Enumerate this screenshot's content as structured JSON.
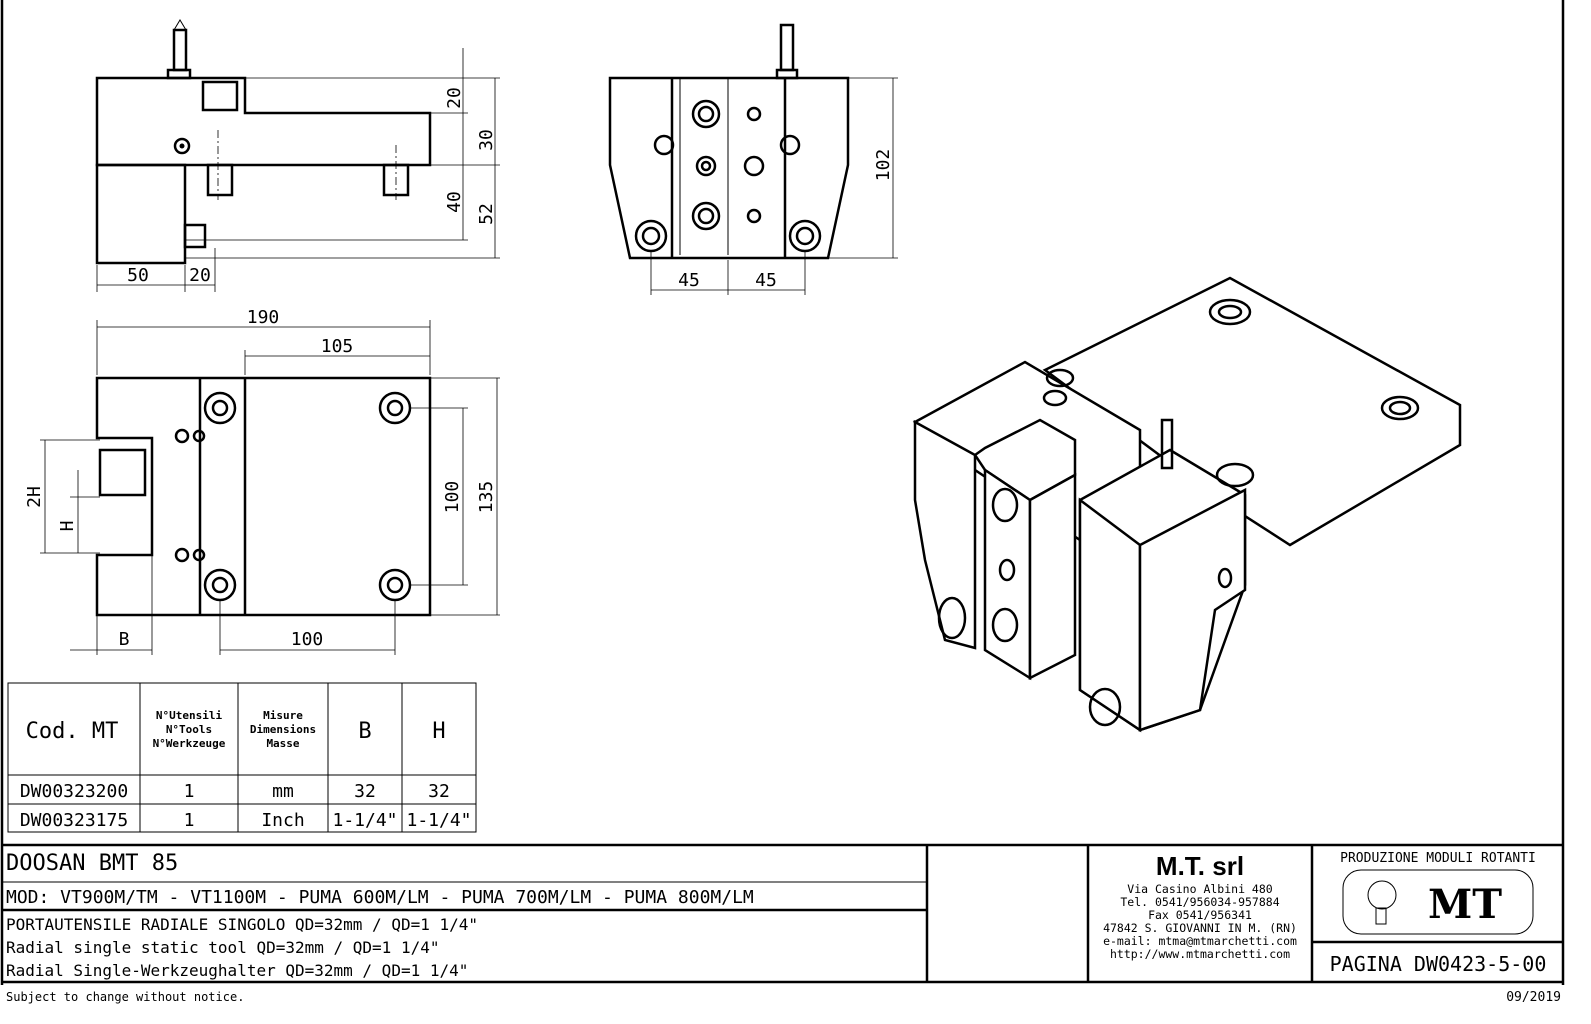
{
  "dimensions": {
    "side_view": [
      "20",
      "30",
      "40",
      "52",
      "50",
      "20"
    ],
    "front_view": [
      "102",
      "45",
      "45"
    ],
    "plan_view": [
      "190",
      "105",
      "100",
      "135",
      "2H",
      "H",
      "B",
      "100"
    ]
  },
  "table": {
    "headers": [
      "Cod. MT",
      "N°Utensili",
      "N°Tools",
      "N°Werkzeuge",
      "Misure",
      "Dimensions",
      "Masse",
      "B",
      "H"
    ],
    "rows": [
      [
        "DW00323200",
        "1",
        "mm",
        "32",
        "32"
      ],
      [
        "DW00323175",
        "1",
        "Inch",
        "1-1/4\"",
        "1-1/4\""
      ]
    ]
  },
  "title_block": {
    "machine": "DOOSAN   BMT 85",
    "models": "MOD: VT900M/TM - VT1100M - PUMA 600M/LM - PUMA 700M/LM - PUMA 800M/LM",
    "desc_it": "PORTAUTENSILE RADIALE SINGOLO QD=32mm / QD=1 1/4\"",
    "desc_en": "Radial single static tool QD=32mm / QD=1 1/4\"",
    "desc_de": "Radial Single-Werkzeughalter QD=32mm / QD=1 1/4\"",
    "company": "M.T. srl",
    "address": [
      "Via Casino Albini 480",
      "Tel. 0541/956034-957884",
      "Fax 0541/956341",
      "47842 S. GIOVANNI IN M. (RN)",
      "e-mail: mtma@mtmarchetti.com",
      "http://www.mtmarchetti.com"
    ],
    "production": "PRODUZIONE MODULI ROTANTI",
    "logo_text": "MT",
    "page": "PAGINA DW0423-5-00"
  },
  "footer": {
    "notice": "Subject to change without notice.",
    "date": "09/2019"
  }
}
